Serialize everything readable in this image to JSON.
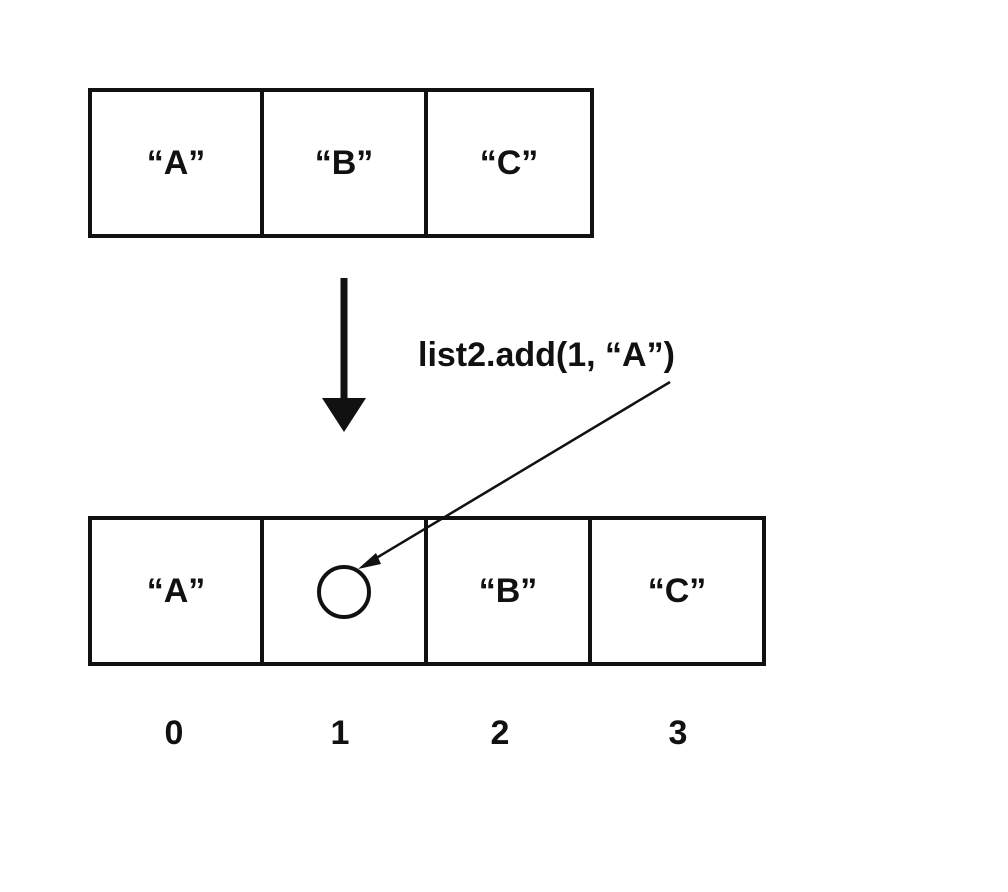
{
  "top_list": [
    "“A”",
    "“B”",
    "“C”"
  ],
  "bottom_list": [
    "“A”",
    "",
    "“B”",
    "“C”"
  ],
  "indices": [
    "0",
    "1",
    "2",
    "3"
  ],
  "operation": "list2.add(1, “A”)"
}
